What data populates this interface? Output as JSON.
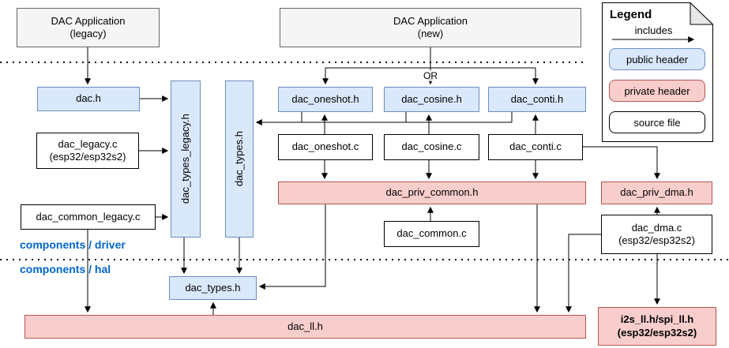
{
  "colors": {
    "public_header_fill": "#dae8fc",
    "public_header_border": "#6c8ebf",
    "private_header_fill": "#f8cecc",
    "private_header_border": "#b85450",
    "application_fill": "#f5f5f5",
    "application_border": "#666666",
    "layer_label_text": "#0066cc",
    "connector": "#000000"
  },
  "layers": {
    "driver": "components / driver",
    "hal": "components / hal"
  },
  "or_label": "OR",
  "nodes": {
    "app_legacy": "DAC Application\n(legacy)",
    "app_new": "DAC Application\n(new)",
    "dac_h": "dac.h",
    "dac_legacy_c": "dac_legacy.c\n(esp32/esp32s2)",
    "dac_common_legacy_c": "dac_common_legacy.c",
    "dac_types_legacy_h": "dac_types_legacy.h",
    "dac_types_h_driver": "dac_types.h",
    "dac_oneshot_h": "dac_oneshot.h",
    "dac_cosine_h": "dac_cosine.h",
    "dac_conti_h": "dac_conti.h",
    "dac_oneshot_c": "dac_oneshot.c",
    "dac_cosine_c": "dac_cosine.c",
    "dac_conti_c": "dac_conti.c",
    "dac_priv_common_h": "dac_priv_common.h",
    "dac_common_c": "dac_common.c",
    "dac_priv_dma_h": "dac_priv_dma.h",
    "dac_dma_c": "dac_dma.c\n(esp32/esp32s2)",
    "dac_types_h_hal": "dac_types.h",
    "dac_ll_h": "dac_ll.h",
    "i2s_spi_ll_h": "i2s_ll.h/spi_ll.h\n(esp32/esp32s2)"
  },
  "legend": {
    "title": "Legend",
    "includes": "includes",
    "public_header": "public header",
    "private_header": "private header",
    "source_file": "source file"
  }
}
